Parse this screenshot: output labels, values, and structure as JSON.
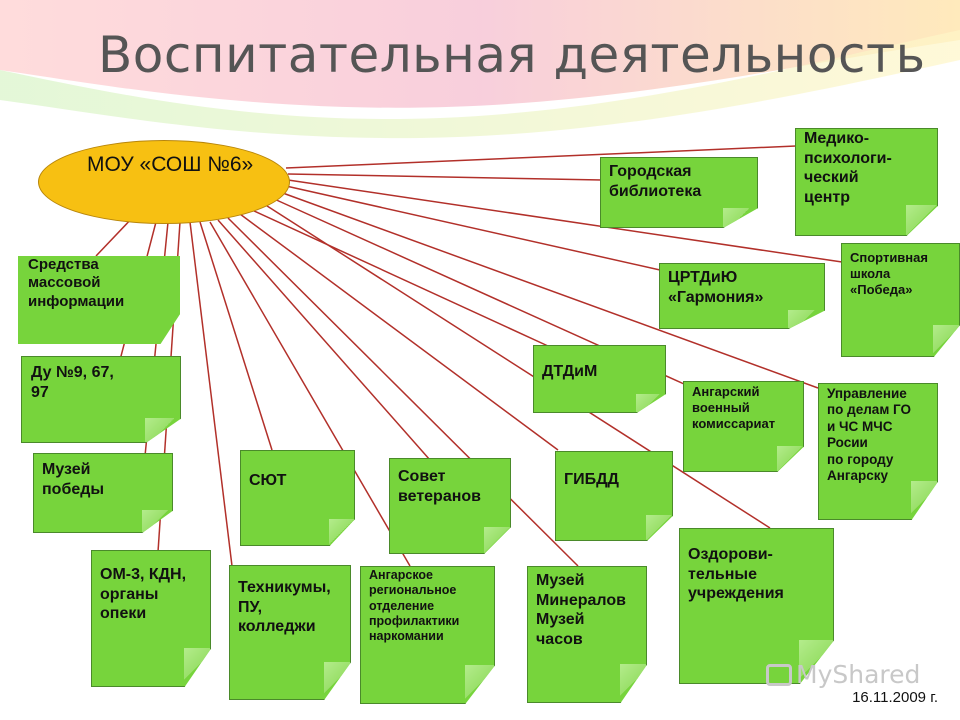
{
  "slide": {
    "title": "Воспитательная деятельность",
    "date": "16.11.2009 г.",
    "watermark": "MyShared",
    "colors": {
      "note_fill": "#77d43c",
      "oval_fill": "#f7c012",
      "connector": "#b2302a",
      "title": "#555555"
    }
  },
  "hub": {
    "label": "МОУ «СОШ №6»"
  },
  "partners": [
    {
      "id": "smi",
      "label": "Средства\n массовой\nинформации"
    },
    {
      "id": "du",
      "label": "Ду №9, 67,\n 97"
    },
    {
      "id": "museum-victory",
      "label": "Музей\nпобеды"
    },
    {
      "id": "om3",
      "label": "ОМ-3, КДН,\nорганы\nопеки"
    },
    {
      "id": "technikums",
      "label": "Техникумы,\nПУ,\nколледжи"
    },
    {
      "id": "syut",
      "label": "СЮТ"
    },
    {
      "id": "veterans",
      "label": "Совет\nветеранов"
    },
    {
      "id": "narco",
      "label": "Ангарское\nрегиональное\nотделение\nпрофилактики\nнаркомании"
    },
    {
      "id": "gibdd",
      "label": "ГИБДД"
    },
    {
      "id": "museum-minerals",
      "label": "Музей\nМинералов\nМузей\nчасов"
    },
    {
      "id": "dtdim",
      "label": "ДТДиМ"
    },
    {
      "id": "health",
      "label": "Оздорови-\nтельные\nучреждения"
    },
    {
      "id": "commissariat",
      "label": "Ангарский\nвоенный\nкомиссариат"
    },
    {
      "id": "go-chs",
      "label": "Управление\nпо делам ГО\nи ЧС МЧС\nРосии\nпо городу\n Ангарску"
    },
    {
      "id": "crtdiu",
      "label": "ЦРТДиЮ\n«Гармония»"
    },
    {
      "id": "sport-school",
      "label": "Спортивная\nшкола\n«Победа»"
    },
    {
      "id": "library",
      "label": "Городская\nбиблиотека"
    },
    {
      "id": "medico",
      "label": "Медико-\nпсихологи-\nческий\nцентр"
    }
  ]
}
